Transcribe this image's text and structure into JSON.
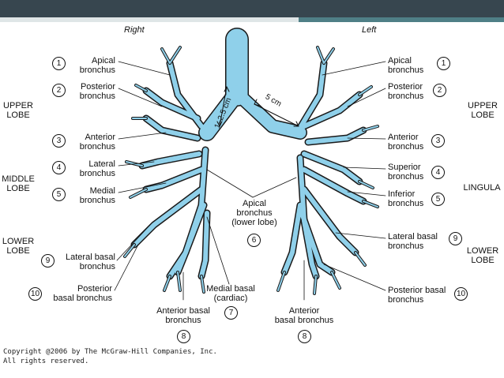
{
  "header": {
    "right": "Right",
    "left": "Left"
  },
  "lobes": {
    "upper_left": [
      "UPPER",
      "LOBE"
    ],
    "middle": [
      "MIDDLE",
      "LOBE"
    ],
    "lower_left": [
      "LOWER",
      "LOBE"
    ],
    "upper_right": [
      "UPPER",
      "LOBE"
    ],
    "lingula": "LINGULA",
    "lower_right": [
      "LOWER",
      "LOBE"
    ]
  },
  "measurements": {
    "trachea_bronchus": "1–2.5 cm",
    "left_bronchus": "5 cm"
  },
  "right_labels": [
    {
      "num": "1",
      "lines": [
        "Apical",
        "bronchus"
      ]
    },
    {
      "num": "2",
      "lines": [
        "Posterior",
        "bronchus"
      ]
    },
    {
      "num": "3",
      "lines": [
        "Anterior",
        "bronchus"
      ]
    },
    {
      "num": "4",
      "lines": [
        "Lateral",
        "bronchus"
      ]
    },
    {
      "num": "5",
      "lines": [
        "Medial",
        "bronchus"
      ]
    },
    {
      "num": "9",
      "lines": [
        "Lateral basal",
        "bronchus"
      ]
    },
    {
      "num": "10",
      "lines": [
        "Posterior",
        "basal bronchus"
      ]
    }
  ],
  "left_labels": [
    {
      "num": "1",
      "lines": [
        "Apical",
        "bronchus"
      ]
    },
    {
      "num": "2",
      "lines": [
        "Posterior",
        "bronchus"
      ]
    },
    {
      "num": "3",
      "lines": [
        "Anterior",
        "bronchus"
      ]
    },
    {
      "num": "4",
      "lines": [
        "Superior",
        "bronchus"
      ]
    },
    {
      "num": "5",
      "lines": [
        "Inferior",
        "bronchus"
      ]
    },
    {
      "num": "9",
      "lines": [
        "Lateral basal",
        "bronchus"
      ]
    },
    {
      "num": "10",
      "lines": [
        "Posterior basal",
        "bronchus"
      ]
    }
  ],
  "center_labels": [
    {
      "num": "6",
      "lines": [
        "Apical",
        "bronchus",
        "(lower lobe)"
      ]
    },
    {
      "num": "7",
      "lines": [
        "Medial basal",
        "(cardiac)"
      ]
    },
    {
      "num": "8",
      "lines": [
        "Anterior basal",
        "bronchus"
      ]
    },
    {
      "num": "8",
      "lines": [
        "Anterior",
        "basal bronchus"
      ]
    }
  ],
  "copyright": [
    "Copyright @2006 by The McGraw-Hill Companies, Inc.",
    "All rights reserved."
  ],
  "colors": {
    "airway": "#8fd0ea",
    "outline": "#1a1a1a",
    "topbar": "#37464f",
    "accent": "#4f7f86"
  }
}
